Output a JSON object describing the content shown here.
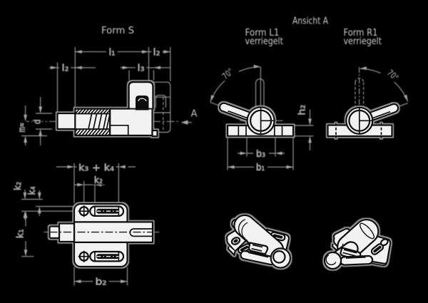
{
  "drawing": {
    "background_color": "#000000",
    "part_fill_color": "#f2f2f2",
    "line_color": "#0d0d0d",
    "dimension_color": "#9a9a9a"
  },
  "labels": {
    "form_s": "Form S",
    "ansicht_a": "Ansicht A",
    "form_l1": "Form L1",
    "verriegelt_l": "verriegelt",
    "form_r1": "Form R1",
    "verriegelt_r": "verriegelt",
    "l1": "l₁",
    "l2_top": "l₂",
    "l2_left": "l₂",
    "l3": "l₃",
    "d": "d",
    "m": "m≈",
    "a": "A",
    "angle_l": "70°",
    "angle_r": "70°",
    "h2": "h₂",
    "b3": "b₃",
    "b1": "b₁",
    "b2": "b₂",
    "k3k4": "k₃ + k₄",
    "k2_h": "k₂",
    "k2_v": "k₂",
    "k4_v": "k₄",
    "k1": "k₁"
  }
}
